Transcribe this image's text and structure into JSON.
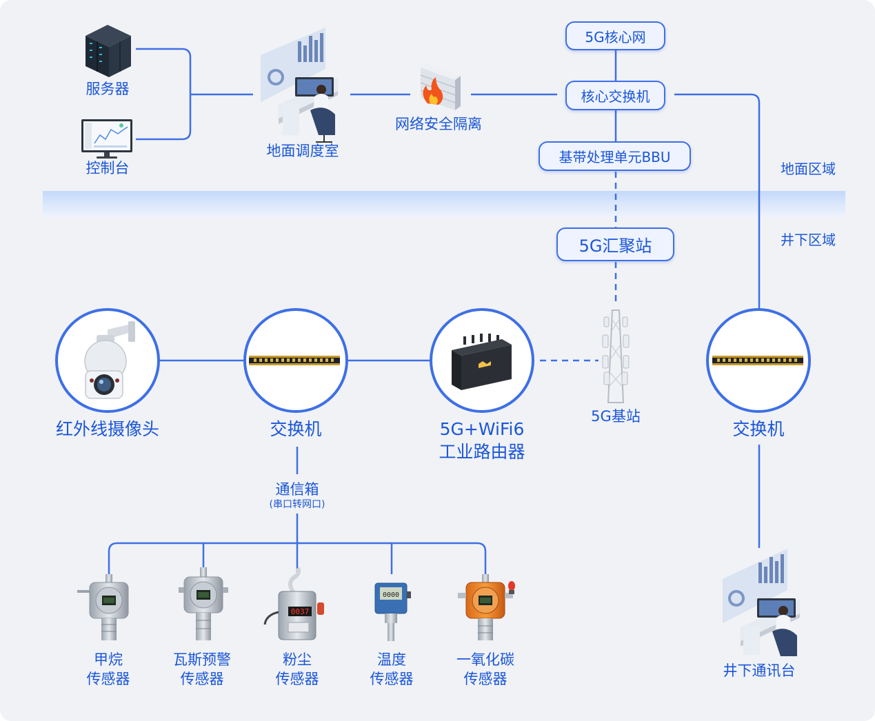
{
  "ground": {
    "server": "服务器",
    "console": "控制台",
    "dispatch_room": "地面调度室",
    "firewall": "网络安全隔离",
    "core_network": "5G核心网",
    "core_switch": "核心交换机",
    "bbu": "基带处理单元BBU",
    "area_label": "地面区域"
  },
  "underground": {
    "area_label": "井下区域",
    "aggregation_station": "5G汇聚站",
    "ir_camera": "红外线摄像头",
    "switch": "交换机",
    "router_line1": "5G+WiFi6",
    "router_line2": "工业路由器",
    "base_station": "5G基站",
    "right_switch": "交换机",
    "comm_station": "井下通讯台",
    "comm_box": "通信箱",
    "comm_box_sub": "(串口转网口)"
  },
  "sensors": [
    {
      "line1": "甲烷",
      "line2": "传感器"
    },
    {
      "line1": "瓦斯预警",
      "line2": "传感器"
    },
    {
      "line1": "粉尘",
      "line2": "传感器"
    },
    {
      "line1": "温度",
      "line2": "传感器"
    },
    {
      "line1": "一氧化碳",
      "line2": "传感器"
    }
  ],
  "colors": {
    "accent": "#3e6fe6",
    "text": "#1b56d8",
    "background": "#f0f2f5",
    "band": "#cfe0fb"
  }
}
